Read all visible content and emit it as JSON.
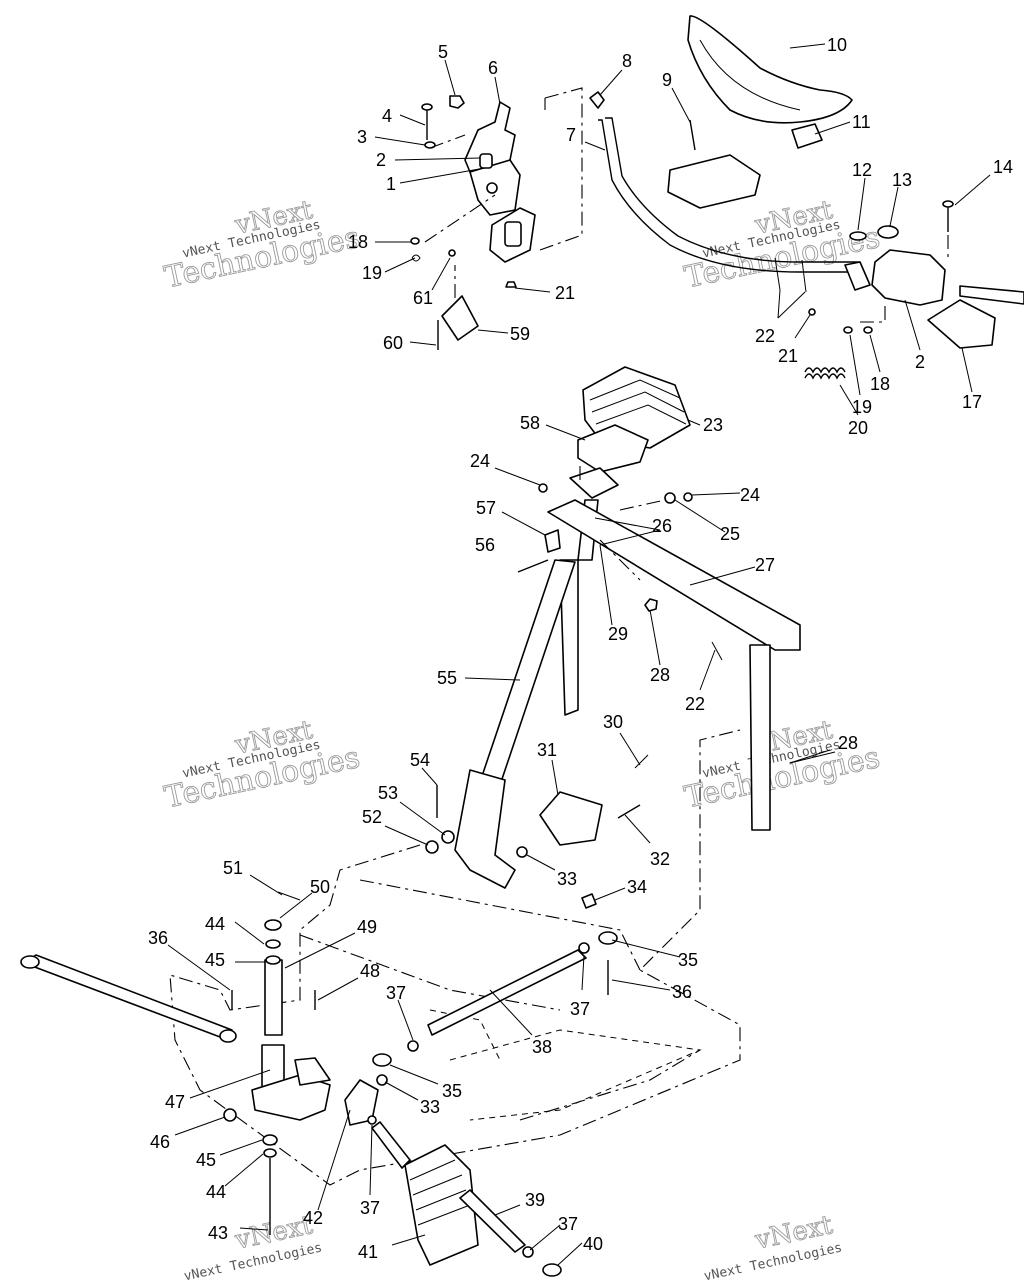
{
  "watermark": {
    "line1": "vNext",
    "line2": "Technologies",
    "small": "vNext Technologies"
  },
  "callouts": [
    {
      "id": "c5",
      "text": "5"
    },
    {
      "id": "c6",
      "text": "6"
    },
    {
      "id": "c4",
      "text": "4"
    },
    {
      "id": "c3",
      "text": "3"
    },
    {
      "id": "c2a",
      "text": "2"
    },
    {
      "id": "c1",
      "text": "1"
    },
    {
      "id": "c18a",
      "text": "18"
    },
    {
      "id": "c19a",
      "text": "19"
    },
    {
      "id": "c61",
      "text": "61"
    },
    {
      "id": "c21a",
      "text": "21"
    },
    {
      "id": "c60",
      "text": "60"
    },
    {
      "id": "c59",
      "text": "59"
    },
    {
      "id": "c8",
      "text": "8"
    },
    {
      "id": "c7",
      "text": "7"
    },
    {
      "id": "c9",
      "text": "9"
    },
    {
      "id": "c10",
      "text": "10"
    },
    {
      "id": "c11",
      "text": "11"
    },
    {
      "id": "c12",
      "text": "12"
    },
    {
      "id": "c13",
      "text": "13"
    },
    {
      "id": "c14",
      "text": "14"
    },
    {
      "id": "c22a",
      "text": "22"
    },
    {
      "id": "c21b",
      "text": "21"
    },
    {
      "id": "c2b",
      "text": "2"
    },
    {
      "id": "c18b",
      "text": "18"
    },
    {
      "id": "c19b",
      "text": "19"
    },
    {
      "id": "c17",
      "text": "17"
    },
    {
      "id": "c20",
      "text": "20"
    },
    {
      "id": "c23",
      "text": "23"
    },
    {
      "id": "c58",
      "text": "58"
    },
    {
      "id": "c24a",
      "text": "24"
    },
    {
      "id": "c24b",
      "text": "24"
    },
    {
      "id": "c25",
      "text": "25"
    },
    {
      "id": "c57",
      "text": "57"
    },
    {
      "id": "c26",
      "text": "26"
    },
    {
      "id": "c27",
      "text": "27"
    },
    {
      "id": "c56",
      "text": "56"
    },
    {
      "id": "c29",
      "text": "29"
    },
    {
      "id": "c28a",
      "text": "28"
    },
    {
      "id": "c22b",
      "text": "22"
    },
    {
      "id": "c55",
      "text": "55"
    },
    {
      "id": "c30",
      "text": "30"
    },
    {
      "id": "c28b",
      "text": "28"
    },
    {
      "id": "c31",
      "text": "31"
    },
    {
      "id": "c54",
      "text": "54"
    },
    {
      "id": "c53",
      "text": "53"
    },
    {
      "id": "c52",
      "text": "52"
    },
    {
      "id": "c32",
      "text": "32"
    },
    {
      "id": "c33a",
      "text": "33"
    },
    {
      "id": "c34",
      "text": "34"
    },
    {
      "id": "c51",
      "text": "51"
    },
    {
      "id": "c50",
      "text": "50"
    },
    {
      "id": "c44a",
      "text": "44"
    },
    {
      "id": "c49",
      "text": "49"
    },
    {
      "id": "c36a",
      "text": "36"
    },
    {
      "id": "c45a",
      "text": "45"
    },
    {
      "id": "c48",
      "text": "48"
    },
    {
      "id": "c35a",
      "text": "35"
    },
    {
      "id": "c36b",
      "text": "36"
    },
    {
      "id": "c37a",
      "text": "37"
    },
    {
      "id": "c37b",
      "text": "37"
    },
    {
      "id": "c38",
      "text": "38"
    },
    {
      "id": "c35b",
      "text": "35"
    },
    {
      "id": "c33b",
      "text": "33"
    },
    {
      "id": "c47",
      "text": "47"
    },
    {
      "id": "c46",
      "text": "46"
    },
    {
      "id": "c45b",
      "text": "45"
    },
    {
      "id": "c44b",
      "text": "44"
    },
    {
      "id": "c43",
      "text": "43"
    },
    {
      "id": "c42",
      "text": "42"
    },
    {
      "id": "c37c",
      "text": "37"
    },
    {
      "id": "c41",
      "text": "41"
    },
    {
      "id": "c39",
      "text": "39"
    },
    {
      "id": "c37d",
      "text": "37"
    },
    {
      "id": "c40",
      "text": "40"
    }
  ]
}
